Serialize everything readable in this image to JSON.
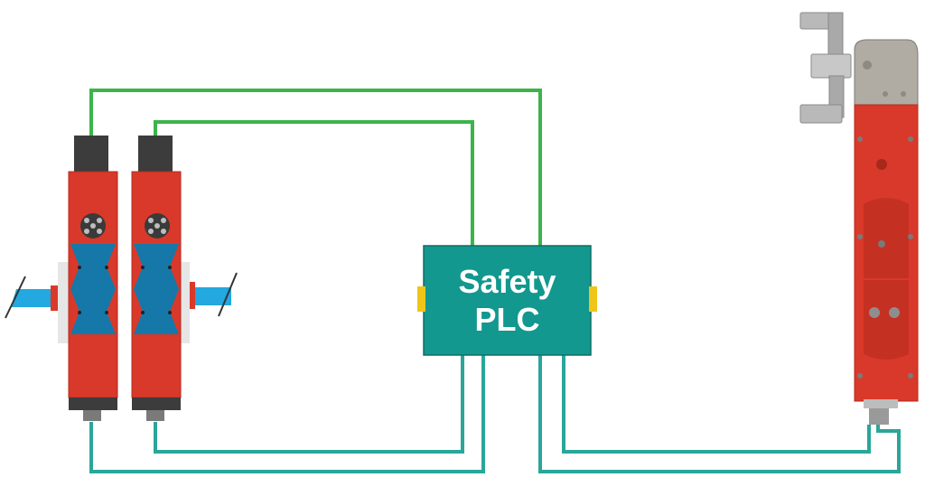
{
  "plc": {
    "label_line1": "Safety",
    "label_line2": "PLC"
  },
  "colors": {
    "wire_green": "#3cb44b",
    "wire_teal": "#2aa69a",
    "plc_fill": "#12988f",
    "plc_port": "#f0c419",
    "device_red": "#d9392a",
    "device_blue": "#1578a8",
    "device_dark": "#3c3c3c",
    "metal": "#b9b9b9"
  },
  "icons": {
    "left_device": "safety-door-switch-pair",
    "right_device": "safety-interlock-guard-locking-switch"
  }
}
